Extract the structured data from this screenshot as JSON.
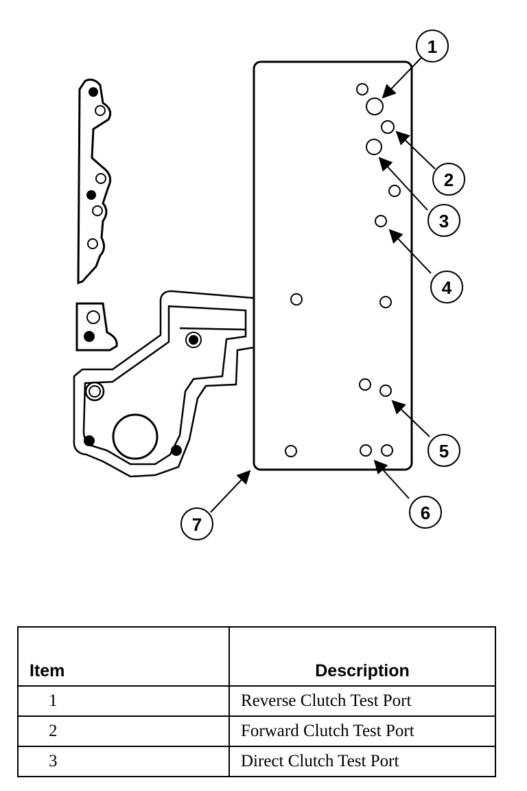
{
  "callouts": [
    {
      "label": "1"
    },
    {
      "label": "2"
    },
    {
      "label": "3"
    },
    {
      "label": "4"
    },
    {
      "label": "5"
    },
    {
      "label": "6"
    },
    {
      "label": "7"
    }
  ],
  "legend": {
    "headers": {
      "item": "Item",
      "description": "Description"
    },
    "rows": [
      {
        "item": "1",
        "description": "Reverse Clutch Test Port"
      },
      {
        "item": "2",
        "description": "Forward Clutch Test Port"
      },
      {
        "item": "3",
        "description": "Direct Clutch Test Port"
      }
    ]
  }
}
